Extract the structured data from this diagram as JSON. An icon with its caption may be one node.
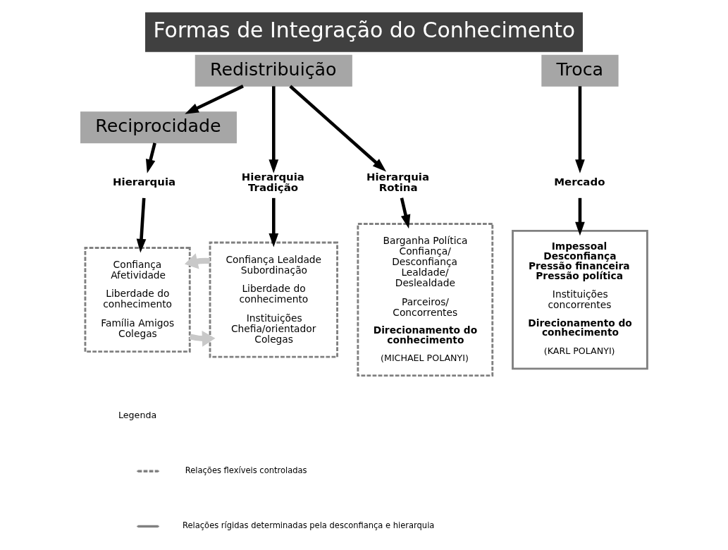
{
  "diagram": {
    "title": "Formas de Integração do Conhecimento",
    "nodes": [
      {
        "text": [
          "Redistribuição"
        ]
      },
      {
        "text": [
          "Troca"
        ]
      },
      {
        "text": [
          "Reciprocidade"
        ]
      },
      {
        "text": [
          "Hierarquia"
        ]
      },
      {
        "text": [
          "Hierarquia Tradição"
        ]
      },
      {
        "text": [
          "Hierarquia Rotina"
        ]
      },
      {
        "text": [
          "Mercado"
        ]
      },
      {
        "text": [
          "Confiança Afetividade",
          "Liberdade do conhecimento",
          "Família Amigos Colegas"
        ]
      },
      {
        "text": [
          "Confiança Lealdade Subordinação",
          "Liberdade do conhecimento",
          "Instituições Chefia/orientador Colegas"
        ]
      },
      {
        "text": [
          "Barganha Política Confiança/ Desconfiança Lealdade/ Deslealdade",
          "Parceiros/ Concorrentes",
          "Direcionamento do conhecimento",
          "(MICHAEL POLANYI)"
        ]
      },
      {
        "text": [
          "Impessoal Desconfiança Pressão financeira Pressão política",
          "Instituições concorrentes",
          "Direcionamento do conhecimento",
          "(KARL POLANYI)"
        ]
      }
    ],
    "edges": [
      {
        "from": 0,
        "to": 2,
        "arrow": "to"
      },
      {
        "from": 0,
        "to": 4,
        "arrow": "to"
      },
      {
        "from": 0,
        "to": 5,
        "arrow": "to"
      },
      {
        "from": 1,
        "to": 6,
        "arrow": "to"
      },
      {
        "from": 2,
        "to": 3,
        "arrow": "to"
      },
      {
        "from": 4,
        "to": 8,
        "arrow": "to"
      },
      {
        "from": 5,
        "to": 9,
        "arrow": "to"
      },
      {
        "from": 6,
        "to": 10,
        "arrow": "to"
      },
      {
        "from": 3,
        "to": 7,
        "arrow": "to"
      },
      {
        "from": 7,
        "to": 8,
        "arrow": "to",
        "color": "#c8c8c8"
      },
      {
        "from": 8,
        "to": 7,
        "arrow": "to",
        "color": "#c8c8c8"
      }
    ],
    "labels": [
      "Legenda"
    ],
    "legend": [
      {
        "text": "Relações flexíveis controladas"
      },
      {
        "text": "Relações rígidas determinadas pela desconfiança e hierarquia"
      }
    ]
  }
}
